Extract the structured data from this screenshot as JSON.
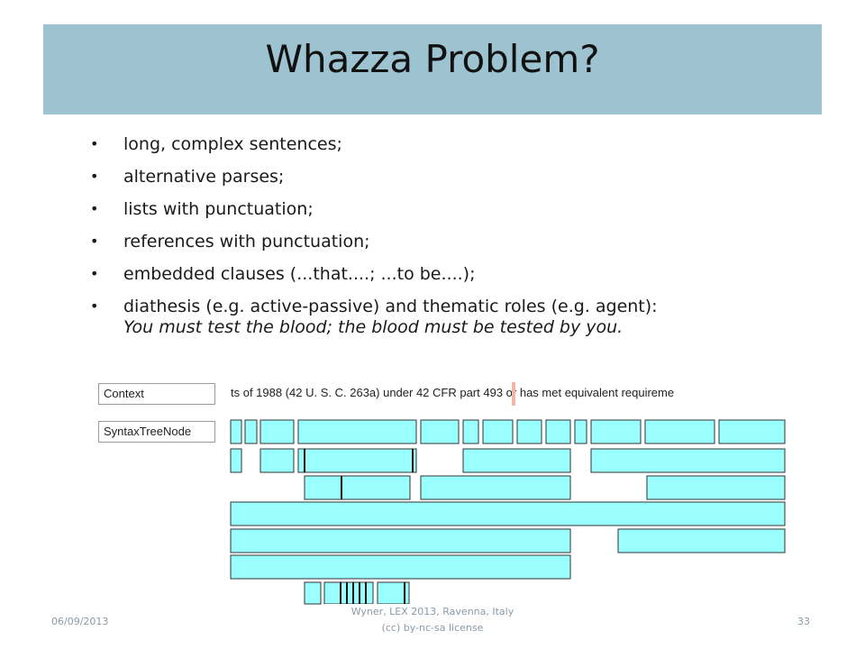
{
  "slide": {
    "title": "Whazza Problem?",
    "bullets": [
      "long, complex sentences;",
      "alternative parses;",
      "lists with punctuation;",
      "references with punctuation;",
      "embedded clauses (...that....; ...to be....);",
      "diathesis (e.g. active-passive) and thematic roles (e.g. agent):"
    ],
    "example": "You must test the blood; the blood must be tested by you.",
    "bullet_glyph": "•"
  },
  "diagram": {
    "context_label": "Context",
    "syntax_label": "SyntaxTreeNode",
    "context_text": "ts of 1988 (42 U. S. C. 263a) under 42 CFR part 493 or has met equivalent requireme",
    "node_fill": "#99ffff",
    "node_stroke": "#333333"
  },
  "footer": {
    "date": "06/09/2013",
    "center_line1": "Wyner, LEX 2013, Ravenna, Italy",
    "center_line2": "(cc) by-nc-sa license",
    "page": "33"
  },
  "colors": {
    "title_bar": "#9dc3d0",
    "footer_text": "#8a9aa6"
  }
}
